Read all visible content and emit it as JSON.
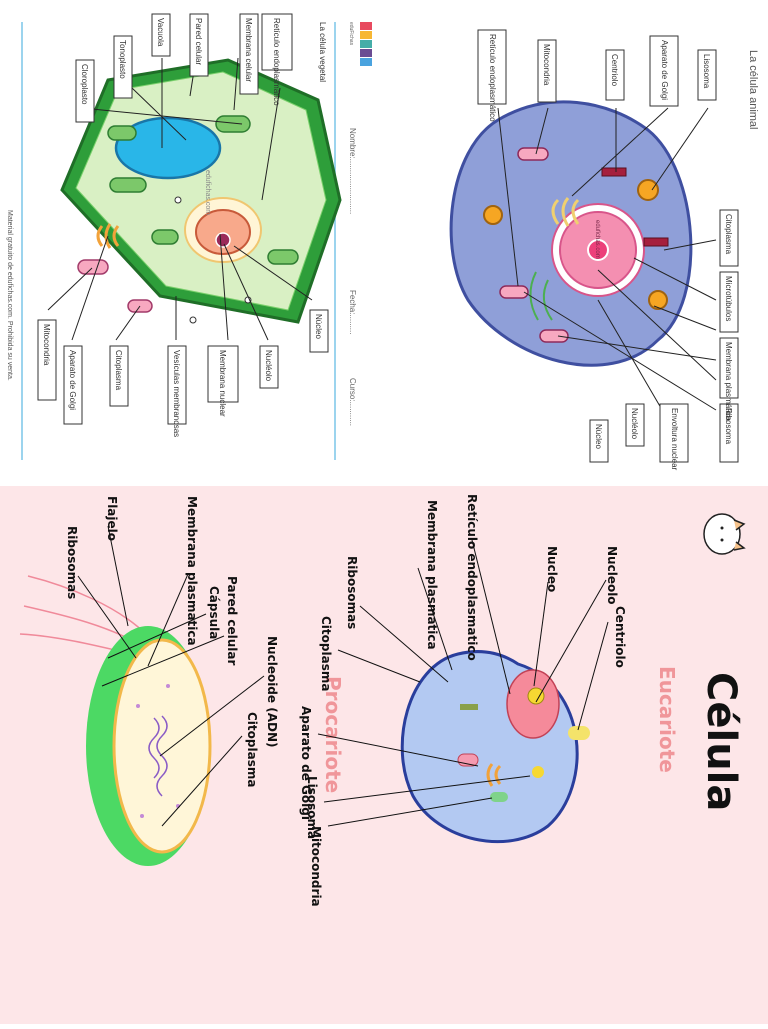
{
  "plant": {
    "title": "La célula vegetal",
    "logo_text": "eduFichas",
    "watermark": "edufichas.com",
    "form": {
      "name": "Nombre:.........................",
      "date": "Fecha:.........",
      "course": "Curso:..........."
    },
    "footer": "Material gratuito de edufichas.com. Prohibida su venta.",
    "labels": {
      "cloroplasto": "Cloroplasto",
      "tonoplasto": "Tonoplasto",
      "vacuola": "Vacuola",
      "pared": "Pared celular",
      "membrana": "Membrana celular",
      "reticulo": "Retículo endoplasmático",
      "nucleo": "Núcleo",
      "nucleolo": "Nucléolo",
      "membrana_nuclear": "Membrana nuclear",
      "vesiculas": "Vesículas membranosas",
      "citoplasma": "Citoplasma",
      "golgi": "Aparato de Golgi",
      "mitocondria": "Mitocondria"
    }
  },
  "animal": {
    "title": "La célula animal",
    "watermark": "edufichas.com",
    "labels": {
      "lisosoma": "Lisosoma",
      "golgi": "Aparato de Golgi",
      "centriolo": "Centriolo",
      "mitocondria": "Mitocondria",
      "reticulo": "Retículo endoplasmático",
      "citoplasma": "Citoplasma",
      "microtubulos": "Microtúbulos",
      "membrana": "Membrana plasmática",
      "ribosoma": "Ribosoma",
      "nucleolo": "Nucléolo",
      "envoltura": "Envoltura nuclear",
      "nucleo": "Núcleo"
    }
  },
  "poster": {
    "title": "Célula",
    "eucariote": "Eucariote",
    "procariote": "Procariote",
    "euk_labels": {
      "reticulo": "Retículo endoplasmatico",
      "nucleo": "Nucleo",
      "nucleolo": "Nucleolo",
      "membrana": "Membrana plasmatica",
      "centriolo": "Centriolo",
      "ribosomas": "Ribosomas",
      "citoplasma": "Citoplasma",
      "golgi": "Aparato de Golgi",
      "lisosoma": "Lisosoma",
      "mitocondria": "Mitocondria"
    },
    "pro_labels": {
      "flajelo": "Flajelo",
      "ribosomas": "Ribosomas",
      "nucleoide": "Nucleoide (ADN)",
      "membrana": "Membrana plasmatica",
      "capsula": "Cápsula",
      "pared": "Pared celular",
      "citoplasma": "Citoplasma"
    }
  },
  "colors": {
    "plant_wall": "#2e9e3a",
    "plant_cyto": "#d9f0c4",
    "vacuole": "#29b6e8",
    "animal_cyto": "#8f9fd8",
    "nucleus": "#f48fb1",
    "poster_bg": "#fde6e8",
    "poster_title_accent": "#f0969a"
  }
}
